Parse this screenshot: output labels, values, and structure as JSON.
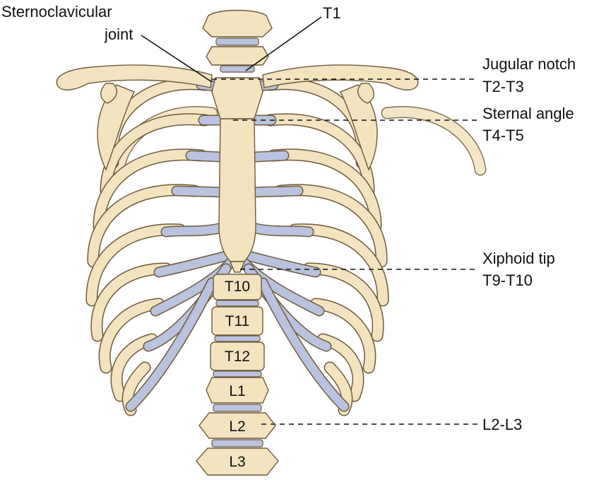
{
  "colors": {
    "bone": "#f3e3bf",
    "bone_shadow": "#dcc08c",
    "cartilage": "#b9c2de",
    "outline": "#6e5a3a",
    "text": "#111111"
  },
  "labels": {
    "sternoclavicular_line1": "Sternoclavicular",
    "sternoclavicular_line2": "joint",
    "t1": "T1",
    "jugular_notch": "Jugular notch",
    "t2_t3": "T2-T3",
    "sternal_angle": "Sternal angle",
    "t4_t5": "T4-T5",
    "xiphoid_tip": "Xiphoid tip",
    "t9_t10": "T9-T10",
    "l2_l3": "L2-L3"
  },
  "vertebrae": [
    "T10",
    "T11",
    "T12",
    "L1",
    "L2",
    "L3"
  ]
}
